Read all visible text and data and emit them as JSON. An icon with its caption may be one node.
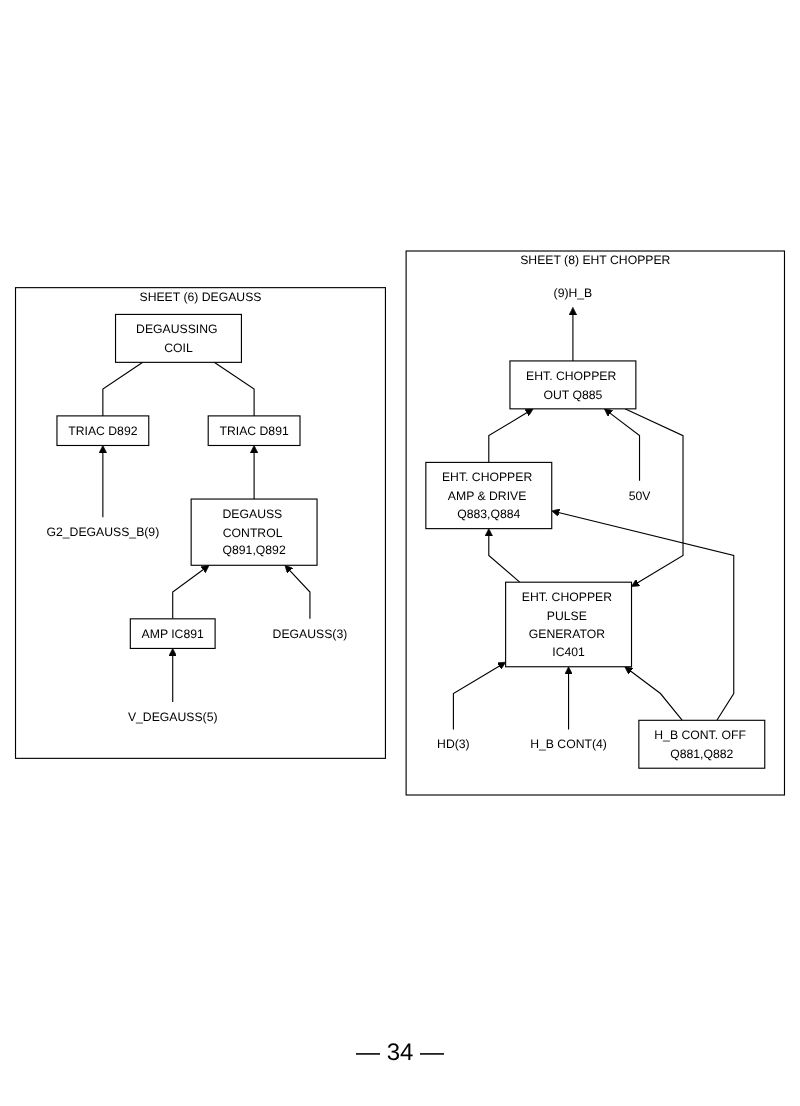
{
  "diagram": {
    "nodes": [
      {
        "text": [
          "SHEET (6) DEGAUSS"
        ]
      },
      {
        "text": [
          "G2_DEGAUSS_B(9)"
        ],
        "in": 0
      },
      {
        "text": [
          "V_DEGAUSS(5)"
        ],
        "in": 0
      },
      {
        "text": [
          "DEGAUSS(3)"
        ],
        "in": 0
      },
      {
        "text": [
          "AMP IC891"
        ],
        "in": 0
      },
      {
        "text": [
          "DEGAUSS CONTROL Q891,Q892"
        ],
        "in": 0
      },
      {
        "text": [
          "TRIAC D892"
        ],
        "in": 0
      },
      {
        "text": [
          "TRIAC D891"
        ],
        "in": 0
      },
      {
        "text": [
          "DEGAUSSING COIL"
        ],
        "in": 0
      },
      {
        "text": [
          "SHEET (8) EHT CHOPPER"
        ]
      },
      {
        "text": [
          "HD(3)"
        ],
        "in": 9
      },
      {
        "text": [
          "H_B CONT(4)"
        ],
        "in": 9
      },
      {
        "text": [
          "EHT. CHOPPER PULSE GENERATOR IC401"
        ],
        "in": 9
      },
      {
        "text": [
          "H_B CONT. OFF Q881,Q882"
        ],
        "in": 9
      },
      {
        "text": [
          "EHT. CHOPPER AMP & DRIVE Q883,Q884"
        ],
        "in": 9
      },
      {
        "text": [
          "EHT. CHOPPER OUT Q885"
        ],
        "in": 9
      },
      {
        "text": [
          "50V"
        ],
        "in": 9
      },
      {
        "text": [
          "(9)H_B"
        ],
        "in": 9
      }
    ],
    "edges": [
      {
        "from": 1,
        "to": 6,
        "arrow": "to"
      },
      {
        "from": 2,
        "to": 4,
        "arrow": "to"
      },
      {
        "from": 4,
        "to": 5,
        "arrow": "to"
      },
      {
        "from": 3,
        "to": 5,
        "arrow": "to"
      },
      {
        "from": 5,
        "to": 7,
        "arrow": "to"
      },
      {
        "from": 6,
        "to": 8,
        "arrow": "none"
      },
      {
        "from": 7,
        "to": 8,
        "arrow": "none"
      },
      {
        "from": 10,
        "to": 12,
        "arrow": "to"
      },
      {
        "from": 11,
        "to": 12,
        "arrow": "to"
      },
      {
        "from": 13,
        "to": 12,
        "arrow": "to"
      },
      {
        "from": 13,
        "to": 14,
        "arrow": "to"
      },
      {
        "from": 12,
        "to": 14,
        "arrow": "to"
      },
      {
        "from": 14,
        "to": 15,
        "arrow": "to"
      },
      {
        "from": 15,
        "to": 12,
        "arrow": "to"
      },
      {
        "from": 16,
        "to": 15,
        "arrow": "to"
      },
      {
        "from": 15,
        "to": 17,
        "arrow": "to"
      }
    ],
    "labels": [
      "— 34 —"
    ]
  }
}
